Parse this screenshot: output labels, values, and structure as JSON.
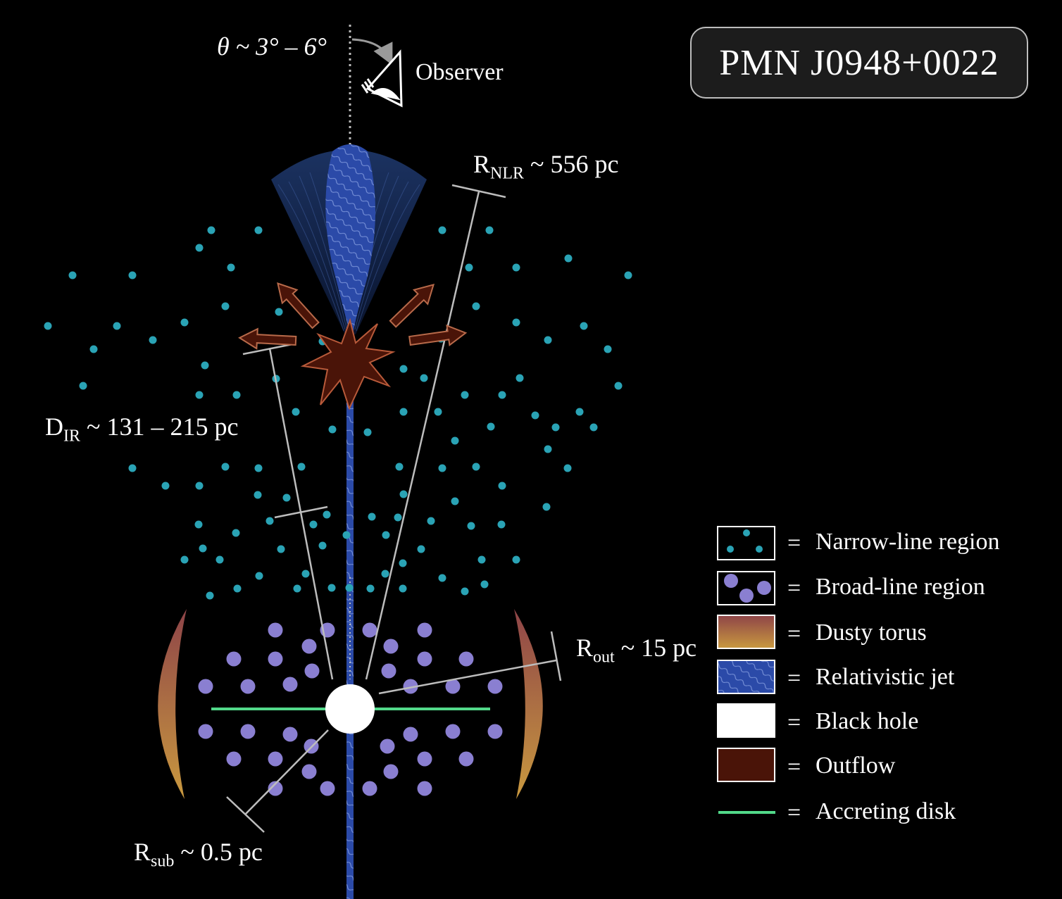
{
  "title": "PMN J0948+0022",
  "labels": {
    "viewing_angle": "θ ~ 3° – 6°",
    "observer": "Observer",
    "r_nlr": {
      "main": "R",
      "sub": "NLR",
      "rest": " ~ 556 pc"
    },
    "d_ir": {
      "main": "D",
      "sub": "IR",
      "rest": " ~ 131 – 215 pc"
    },
    "r_out": {
      "main": "R",
      "sub": "out",
      "rest": " ~ 15 pc"
    },
    "r_sub": {
      "main": "R",
      "sub": "sub",
      "rest": " ~ 0.5 pc"
    }
  },
  "legend": {
    "equals": "=",
    "items": [
      {
        "key": "nlr",
        "label": "Narrow-line region"
      },
      {
        "key": "blr",
        "label": "Broad-line region"
      },
      {
        "key": "torus",
        "label": "Dusty torus"
      },
      {
        "key": "jet",
        "label": "Relativistic jet"
      },
      {
        "key": "bh",
        "label": "Black hole"
      },
      {
        "key": "outflow",
        "label": "Outflow"
      },
      {
        "key": "disk",
        "label": "Accreting disk"
      }
    ]
  },
  "colors": {
    "nlr_dot": "#2aa3b5",
    "blr_dot": "#8a7fd1",
    "torus_top": "#8e4448",
    "torus_bottom": "#c9993f",
    "jet": "#2b4aa8",
    "black_hole": "#ffffff",
    "outflow": "#4a1408",
    "disk": "#52d98a"
  }
}
